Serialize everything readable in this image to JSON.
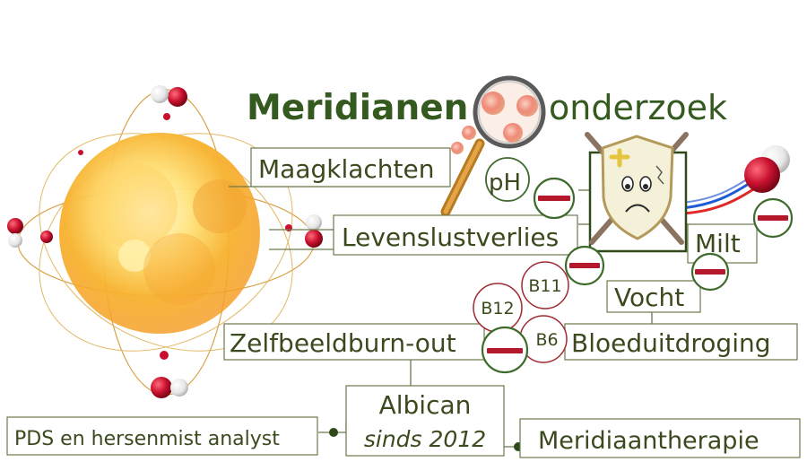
{
  "title": {
    "bold": "Meridianen",
    "rest": "onderzoek"
  },
  "nodes": {
    "maagklachten": "Maagklachten",
    "ph": "pH",
    "levenslustverlies": "Levenslustverlies",
    "milt": "Milt",
    "vocht": "Vocht",
    "b11": "B11",
    "b12": "B12",
    "b6": "B6",
    "zelfbeeld": "Zelfbeeldburn-out",
    "bloeduitdroging": "Bloeduitdroging",
    "albican": "Albican",
    "sinds": "sinds 2012",
    "pds": "PDS en hersenmist analyst",
    "meridiaan": "Meridiaantherapie"
  },
  "colors": {
    "label": "#3b4a1e",
    "title": "#355a1f",
    "minus_ring": "#3e6b2c",
    "minus_bar": "#b5172b",
    "vitamin_ring": "#a02a32",
    "orbit": "#d9a24a",
    "atom_red": "#c8102e"
  },
  "icons": [
    "atom-icon",
    "magnifier-icon",
    "shield-icon",
    "molecule-icon",
    "minus-icon"
  ]
}
